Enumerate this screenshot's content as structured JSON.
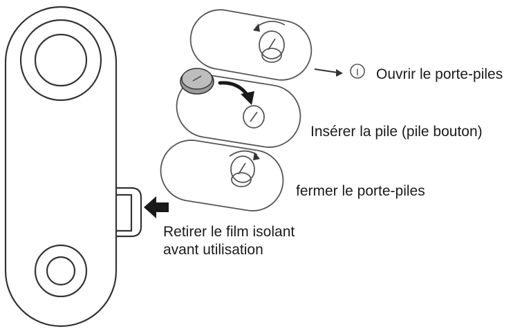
{
  "steps": {
    "open": {
      "label": "Ouvrir le porte-piles",
      "marker": "I"
    },
    "insert": {
      "label": "Insérer la pile (pile bouton)"
    },
    "close": {
      "label": "fermer le porte-piles"
    }
  },
  "film": {
    "line1": "Retirer le film isolant",
    "line2": "avant utilisation"
  },
  "colors": {
    "stroke": "#333333",
    "arrow": "#1a1a1a",
    "battery_fill": "#bdbdbd"
  }
}
